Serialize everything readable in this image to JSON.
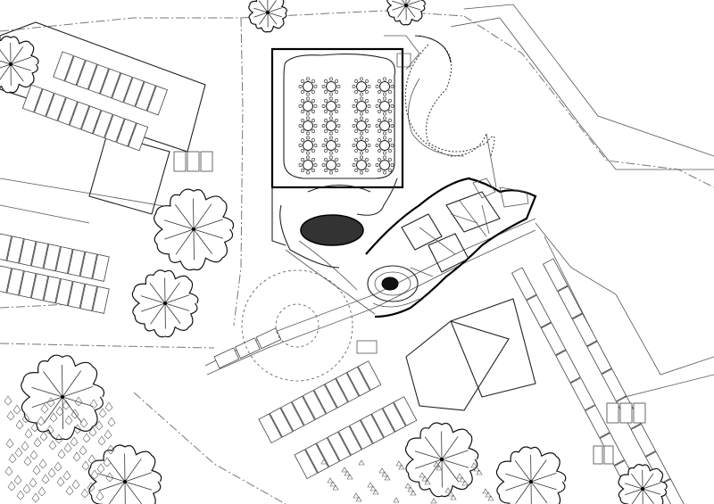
{
  "drawing": {
    "kind": "architectural site plan",
    "style": "black line drawing on white",
    "colors": {
      "background": "#ffffff",
      "line": "#000000",
      "secondary_line": "#555555",
      "fill_dark": "#333333"
    }
  },
  "elements": {
    "banquet_hall": {
      "table_rows": 5,
      "table_columns": 4,
      "icon": "round-table-icon"
    },
    "trees": {
      "icon": "tree-canopy-icon",
      "count": 10
    },
    "parking": {
      "icon": "parking-stall-icon"
    }
  }
}
